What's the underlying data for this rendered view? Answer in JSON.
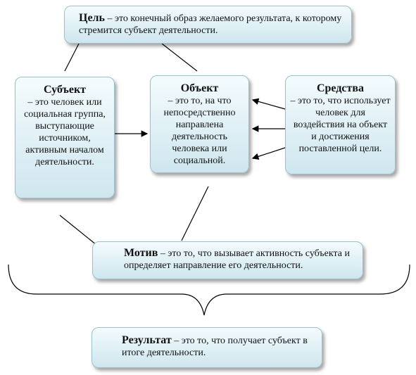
{
  "goal": {
    "title": "Цель",
    "text": " – это конечный образ желаемого результата, к которому стремится субъект деятельности."
  },
  "subject": {
    "title": "Субъект",
    "text": "– это человек или социальная группа, выступающие источником, активным началом деятельности."
  },
  "object": {
    "title": "Объект",
    "text": "– это то, на что непосредственно направлена деятельность человека или социальной."
  },
  "means": {
    "title": "Средства",
    "text": "– это то, что использует человек для воздействия на объект и достижения поставленной цели."
  },
  "motive": {
    "title": "Мотив",
    "text": " – это то, что вызывает активность субъекта и определяет направление его деятельности."
  },
  "result": {
    "title": "Результат",
    "text": " – это то, что получает субъект в итоге деятельности."
  }
}
